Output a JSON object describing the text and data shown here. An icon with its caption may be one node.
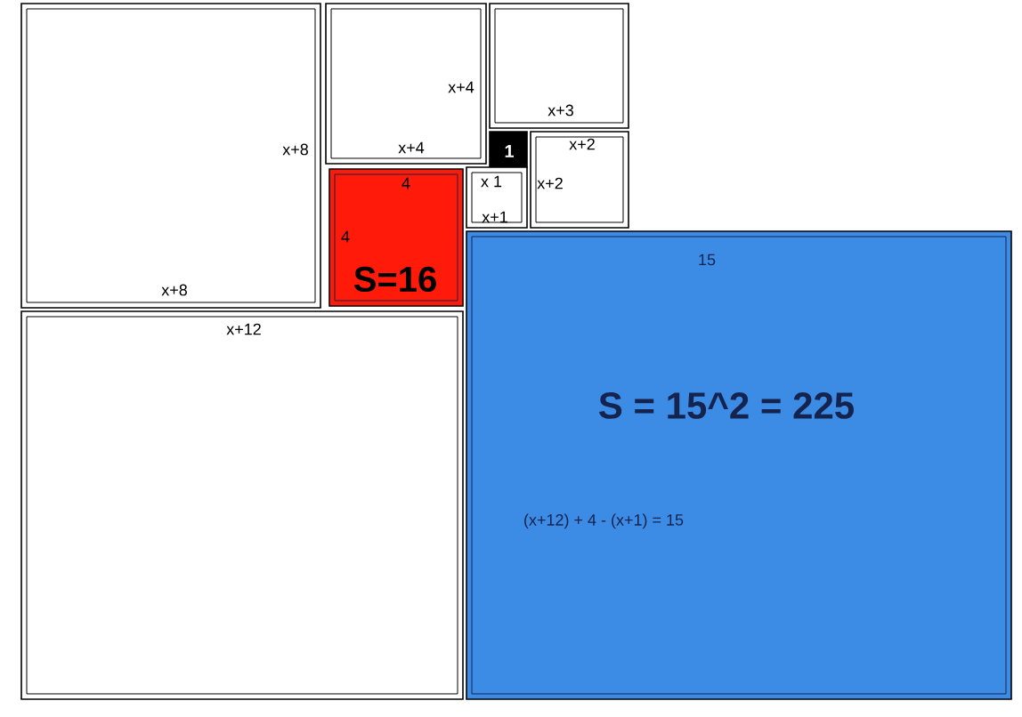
{
  "diagram": {
    "nodes": [
      {
        "text": [
          "x+8",
          "x+8"
        ]
      },
      {
        "text": [
          "x+4",
          "x+4"
        ]
      },
      {
        "text": [
          "x+3"
        ]
      },
      {
        "text": [
          "1"
        ]
      },
      {
        "text": [
          "x+2",
          "x+2"
        ]
      },
      {
        "text": [
          "4",
          "4",
          "S=16"
        ]
      },
      {
        "text": [
          "x 1",
          "x+1"
        ]
      },
      {
        "text": [
          "x+12"
        ]
      },
      {
        "text": [
          "15",
          "S = 15^2 = 225",
          "(x+12) + 4 - (x+1) = 15"
        ]
      }
    ]
  }
}
